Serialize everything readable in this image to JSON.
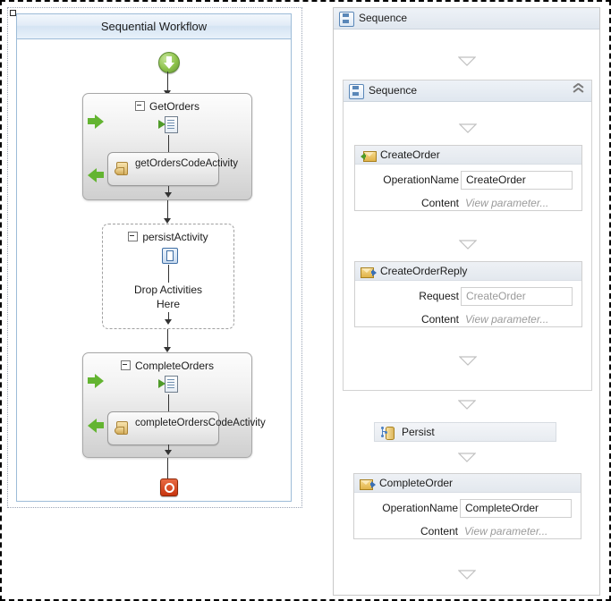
{
  "left_panel": {
    "title": "Sequential Workflow",
    "nodes": {
      "start_icon": "start-arrow-icon",
      "get_orders": {
        "title": "GetOrders",
        "receive_icon": "receive-document-icon",
        "code_activity": "getOrdersCodeActivity"
      },
      "persist_activity": {
        "title": "persistActivity",
        "icon": "persist-icon",
        "drop_text_line1": "Drop Activities",
        "drop_text_line2": "Here"
      },
      "complete_orders": {
        "title": "CompleteOrders",
        "receive_icon": "receive-document-icon",
        "code_activity": "completeOrdersCodeActivity"
      },
      "end_icon": "stop-icon"
    }
  },
  "right_panel": {
    "outer_sequence": {
      "title": "Sequence",
      "icon": "sequence-icon"
    },
    "inner_sequence": {
      "title": "Sequence",
      "icon": "sequence-icon",
      "collapse_icon": "chevron-double-up-icon"
    },
    "activities": {
      "create_order": {
        "title": "CreateOrder",
        "icon": "receive-message-icon",
        "rows": [
          {
            "label": "OperationName",
            "value": "CreateOrder",
            "type": "textbox",
            "disabled": false
          },
          {
            "label": "Content",
            "value": "View parameter...",
            "type": "link",
            "disabled": false
          }
        ]
      },
      "create_order_reply": {
        "title": "CreateOrderReply",
        "icon": "send-reply-message-icon",
        "rows": [
          {
            "label": "Request",
            "value": "CreateOrder",
            "type": "textbox",
            "disabled": true
          },
          {
            "label": "Content",
            "value": "View parameter...",
            "type": "link",
            "disabled": false
          }
        ]
      },
      "persist": {
        "title": "Persist",
        "icon": "persist-database-icon"
      },
      "complete_order": {
        "title": "CompleteOrder",
        "icon": "send-reply-message-icon",
        "rows": [
          {
            "label": "OperationName",
            "value": "CompleteOrder",
            "type": "textbox",
            "disabled": false
          },
          {
            "label": "Content",
            "value": "View parameter...",
            "type": "link",
            "disabled": false
          }
        ]
      }
    },
    "drop_targets": "drop-triangle-icon"
  },
  "colors": {
    "header_blue": "#d5e4f3",
    "green_arrow": "#63b431",
    "stop_red": "#c8350f",
    "placeholder_gray": "#9b9b9b"
  }
}
